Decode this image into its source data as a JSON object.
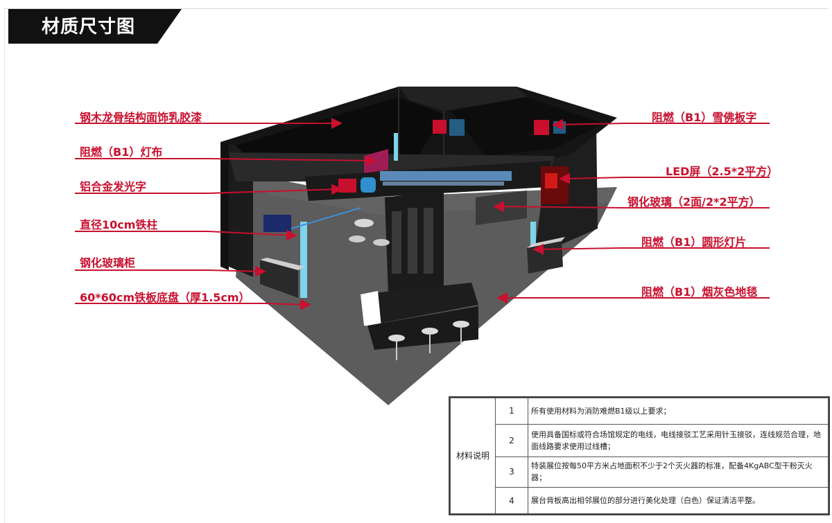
{
  "title": "材质尺寸图",
  "labels_left": [
    "钢木龙骨结构面饰乳胶漆",
    "阻燃（B1）灯布",
    "铝合金发光字",
    "直径10cm铁柱",
    "钢化玻璃柜",
    "60*60cm铁板底盘（厚1.5cm）"
  ],
  "labels_right": [
    "阻燃（B1）雪佛板字",
    "LED屏（2.5*2平方）",
    "钢化玻璃（2面/2*2平方）",
    "阻燃（B1）圆形灯片",
    "阻燃（B1）烟灰色地毯"
  ],
  "notes": {
    "header": "材料说明",
    "rows": [
      {
        "num": "1",
        "text": "所有使用材料为消防难燃B1级以上要求；"
      },
      {
        "num": "2",
        "text": "使用具备国标或符合场馆规定的电线，电线接驳工艺采用针玉接驳，连线规范合理，地面线路要求使用过线槽；"
      },
      {
        "num": "3",
        "text": "特装展位按每50平方米占地面积不少于2个灭火器的标准，配备4KgABC型干粉灭火器；"
      },
      {
        "num": "4",
        "text": "展台背板高出相邻展位的部分进行美化处理（白色）保证清洁平整。"
      }
    ]
  },
  "colors": {
    "accent": "#c8102e",
    "title_bg": "#111111",
    "booth": "#1a1a1a",
    "floor": "#5a5a5a"
  }
}
